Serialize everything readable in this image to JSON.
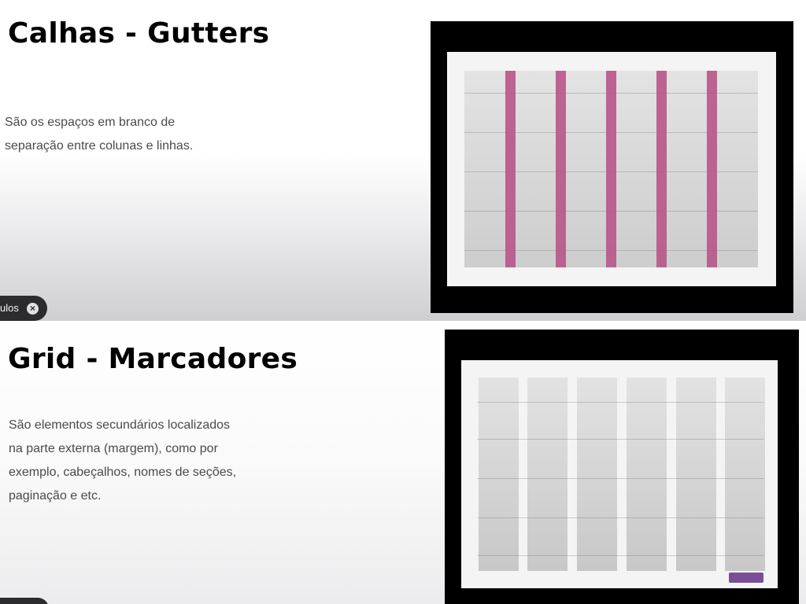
{
  "top_slide": {
    "title": "Calhas - Gutters",
    "description": [
      "São os espaços em branco de",
      "separação entre colunas e linhas."
    ]
  },
  "bottom_slide": {
    "title": "Grid - Marcadores",
    "description": [
      "São elementos secundários localizados",
      "na parte externa (margem), como por",
      "exemplo, cabeçalhos, nomes de seções,",
      "paginação e etc."
    ]
  },
  "video_overlay": {
    "chip_text": "ulos",
    "close_icon": "close-icon"
  },
  "colors": {
    "gutter": "#b9588a",
    "marker": "#7a4f96",
    "frame": "#000000"
  }
}
